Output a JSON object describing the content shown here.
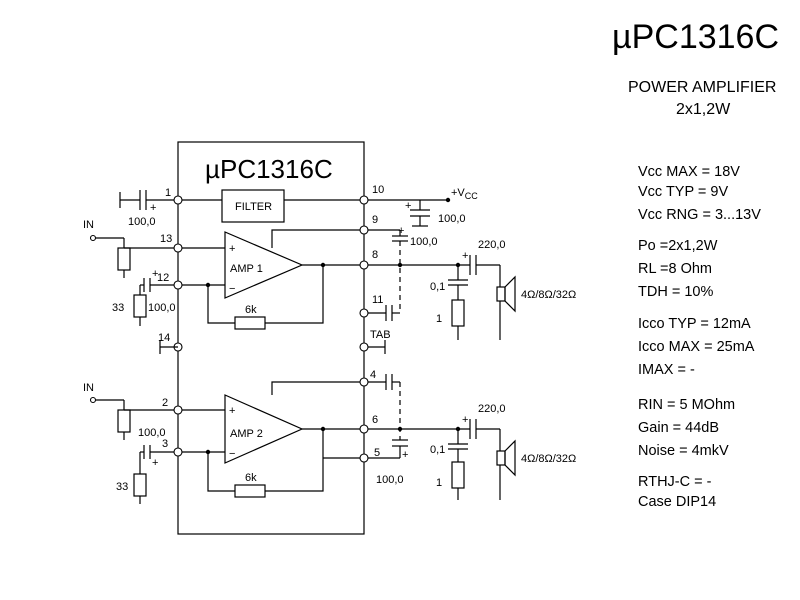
{
  "header": {
    "part_number": "µPC1316C",
    "subtitle": "POWER AMPLIFIER",
    "power": "2x1,2W"
  },
  "chip": {
    "label": "µPC1316C",
    "filter": "FILTER",
    "amp1": "AMP 1",
    "amp2": "AMP 2",
    "fb1": "6k",
    "fb2": "6k",
    "pins": {
      "p1": "1",
      "p10": "10",
      "p9": "9",
      "p13": "13",
      "p8": "8",
      "p12": "12",
      "p11": "11",
      "p14": "14",
      "tab": "TAB",
      "p4": "4",
      "p2": "2",
      "p6": "6",
      "p3": "3",
      "p5": "5"
    }
  },
  "components": {
    "vcc": "+V",
    "vcc_sub": "CC",
    "c_in_filter": "100,0",
    "c_vcc": "100,0",
    "c_boot1": "100,0",
    "c_nf1": "100,0",
    "r_nf1": "33",
    "c_out1": "220,0",
    "c_zobel1": "0,1",
    "r_zobel1": "1",
    "spk1": "4Ω/8Ω/32Ω",
    "in1": "IN",
    "in2": "IN",
    "c_nf2": "100,0",
    "r_nf2": "33",
    "c_boot2": "100,0",
    "c_out2": "220,0",
    "c_zobel2": "0,1",
    "r_zobel2": "1",
    "spk2": "4Ω/8Ω/32Ω"
  },
  "specs": [
    {
      "id": "vcc-max",
      "label": "Vcc MAX = 18V"
    },
    {
      "id": "vcc-typ",
      "label": "Vcc TYP = 9V"
    },
    {
      "id": "vcc-rng",
      "label": "Vcc RNG = 3...13V"
    },
    {
      "id": "po",
      "label": "Po  =2x1,2W"
    },
    {
      "id": "rl",
      "label": "RL  =8 Ohm"
    },
    {
      "id": "tdh",
      "label": "TDH = 10%"
    },
    {
      "id": "icco-typ",
      "label": "Icco TYP = 12mA"
    },
    {
      "id": "icco-max",
      "label": "Icco MAX = 25mA"
    },
    {
      "id": "imax",
      "label": "IMAX  =    -"
    },
    {
      "id": "rin",
      "label": "RIN  = 5 MOhm"
    },
    {
      "id": "gain",
      "label": "Gain  = 44dB"
    },
    {
      "id": "noise",
      "label": "Noise = 4mkV"
    },
    {
      "id": "rthj",
      "label": "RTHJ-C = -"
    },
    {
      "id": "case",
      "label": "Case DIP14"
    }
  ]
}
